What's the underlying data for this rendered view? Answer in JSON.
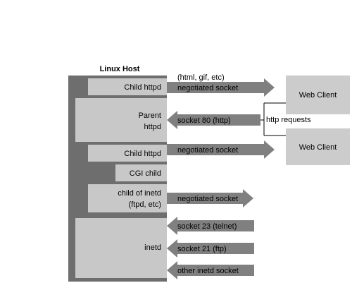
{
  "host": {
    "title": "Linux Host"
  },
  "processes": {
    "child_httpd_1": "Child httpd",
    "parent_httpd": [
      "Parent",
      "httpd"
    ],
    "child_httpd_2": "Child httpd",
    "cgi_child": "CGI child",
    "inetd_child": [
      "child of inetd",
      "(ftpd, etc)"
    ],
    "inetd": "inetd"
  },
  "connections": {
    "content_types": "(html, gif, etc)",
    "negotiated_1": "negotiated socket",
    "socket_80": "socket 80 (http)",
    "negotiated_2": "negotiated socket",
    "negotiated_3": "negotiated socket",
    "socket_23": "socket 23 (telnet)",
    "socket_21": "socket 21 (ftp)",
    "other_inetd": "other inetd socket",
    "http_requests": "http requests"
  },
  "clients": {
    "client_1": "Web Client",
    "client_2": "Web Client"
  },
  "colors": {
    "host_dark": "#6e6e6e",
    "process_fill": "#c8c8c8",
    "arrow": "#808080",
    "client_fill": "#cccccc"
  }
}
